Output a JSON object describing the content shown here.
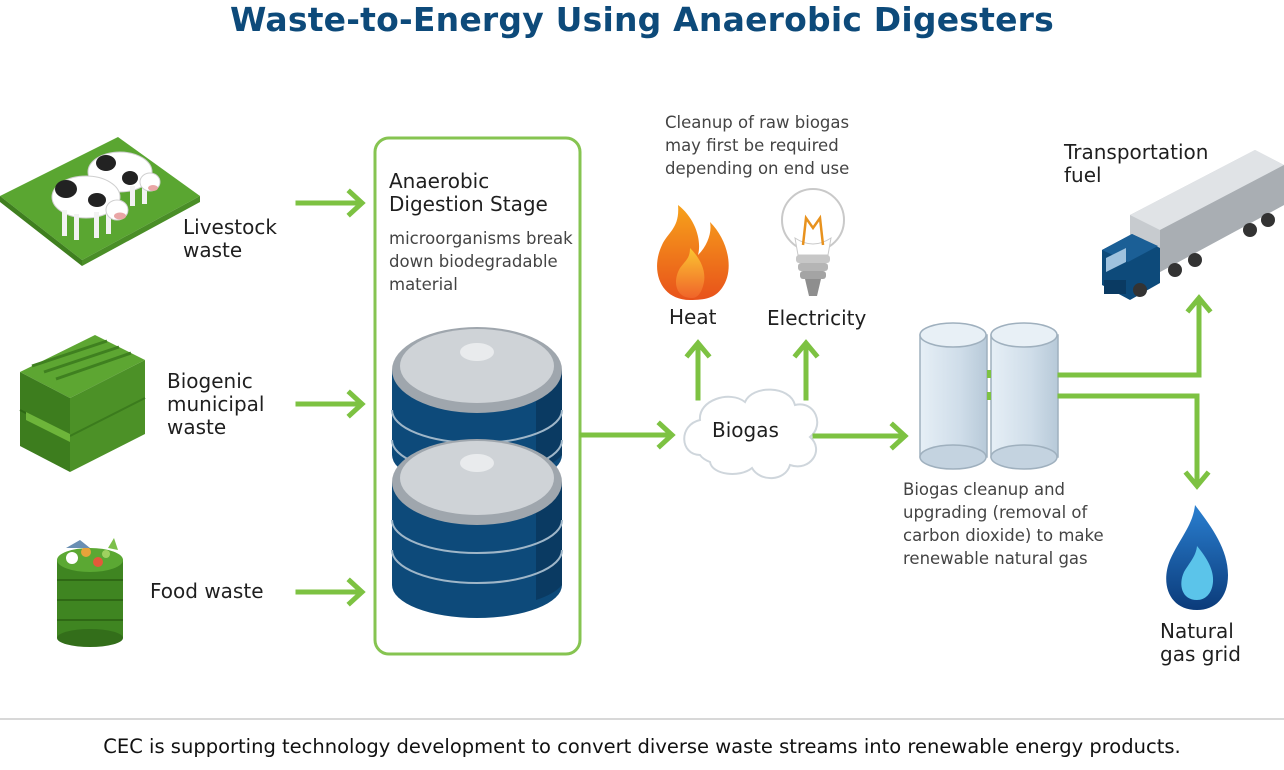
{
  "title": "Waste-to-Energy Using Anaerobic Digesters",
  "inputs": {
    "livestock": "Livestock\nwaste",
    "municipal": "Biogenic\nmunicipal\nwaste",
    "food": "Food waste"
  },
  "digestion": {
    "title": "Anaerobic\nDigestion Stage",
    "description": "microorganisms break\ndown biodegradable\nmaterial"
  },
  "cleanup_note": "Cleanup of raw biogas\nmay first be required\ndepending on end use",
  "outputs": {
    "heat": "Heat",
    "electricity": "Electricity",
    "biogas": "Biogas",
    "transportation": "Transportation\nfuel",
    "natural_gas": "Natural\ngas grid"
  },
  "upgrade_note": "Biogas cleanup  and\nupgrading (removal of\ncarbon dioxide) to make\nrenewable natural gas",
  "footer": "CEC is supporting technology development to convert diverse waste streams into renewable energy products.",
  "colors": {
    "title": "#0d4a7a",
    "arrow": "#7dc242",
    "digester": "#0d4a7a",
    "tank": "#d5e3ee",
    "flame_blue": "#1f5fa8"
  }
}
